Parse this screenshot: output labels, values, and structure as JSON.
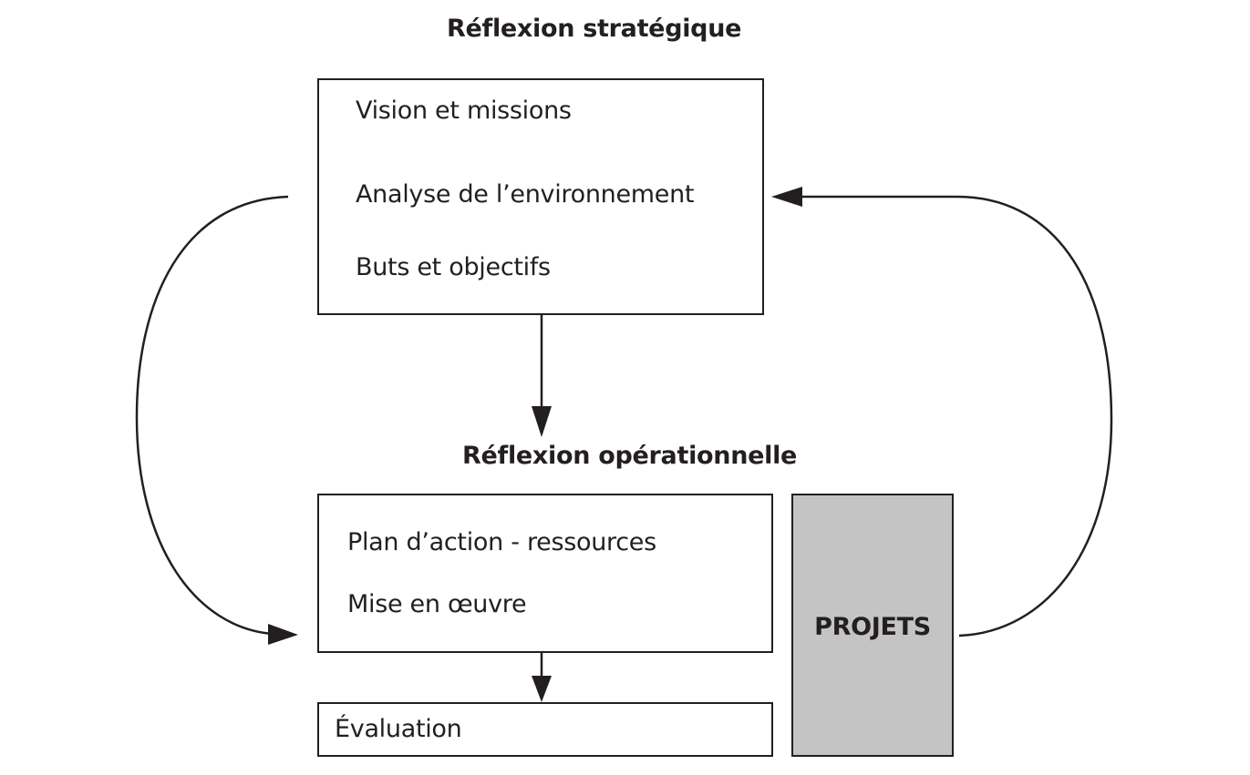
{
  "headings": {
    "strategic": "Réflexion stratégique",
    "operational": "Réflexion opérationnelle"
  },
  "strategic_box": {
    "items": [
      "Vision et missions",
      "Analyse de l’environnement",
      "Buts et objectifs"
    ]
  },
  "operational_box": {
    "items": [
      "Plan d’action - ressources",
      "Mise en œuvre"
    ]
  },
  "evaluation_box": {
    "label": "Évaluation"
  },
  "projects_box": {
    "label": "PROJETS",
    "fill_color": "#c4c4c4"
  }
}
